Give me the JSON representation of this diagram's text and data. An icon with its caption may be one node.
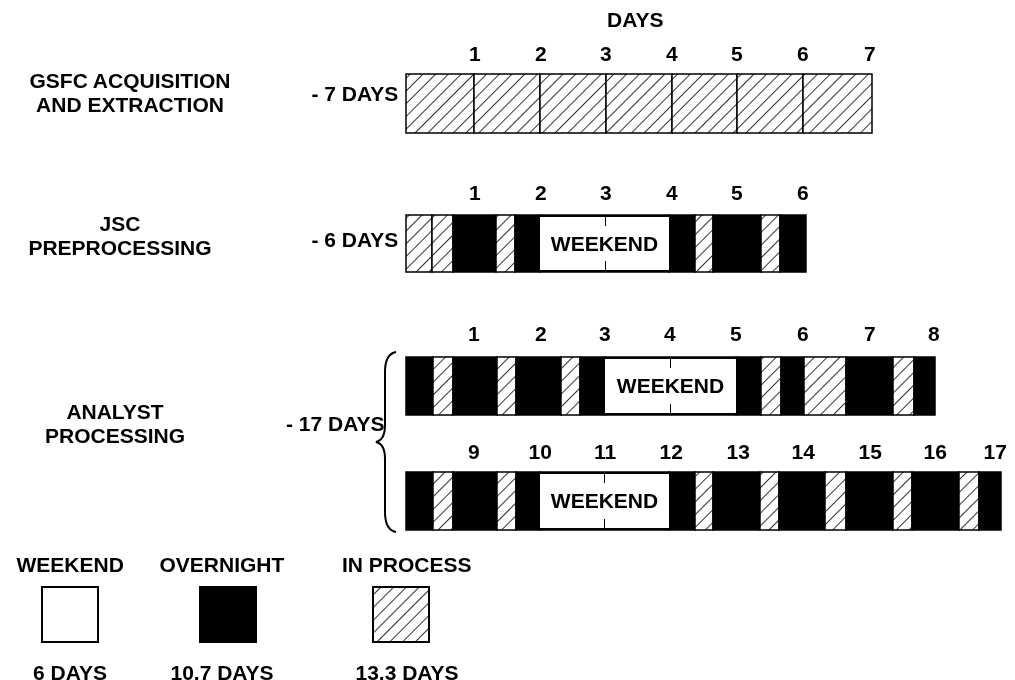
{
  "diagram": {
    "nodes": [
      {
        "text": [
          "WEEKEND"
        ]
      },
      {
        "text": [
          "WEEKEND"
        ]
      },
      {
        "text": [
          "WEEKEND"
        ]
      }
    ],
    "labels": [
      "DAYS",
      "1",
      "2",
      "3",
      "4",
      "5",
      "6",
      "7",
      "GSFC ACQUISITION AND EXTRACTION",
      "- 7 DAYS",
      "1",
      "2",
      "3",
      "4",
      "5",
      "6",
      "JSC PREPROCESSING",
      "- 6 DAYS",
      "1",
      "2",
      "3",
      "4",
      "5",
      "6",
      "7",
      "8",
      "ANALYST PROCESSING",
      "- 17 DAYS",
      "9",
      "10",
      "11",
      "12",
      "13",
      "14",
      "15",
      "16",
      "17",
      "6 DAYS",
      "10.7 DAYS",
      "13.3 DAYS"
    ],
    "legend": [
      {
        "text": "WEEKEND",
        "color": "#ffffff"
      },
      {
        "text": "OVERNIGHT",
        "color": "#000000"
      },
      {
        "text": "IN PROCESS"
      }
    ]
  }
}
